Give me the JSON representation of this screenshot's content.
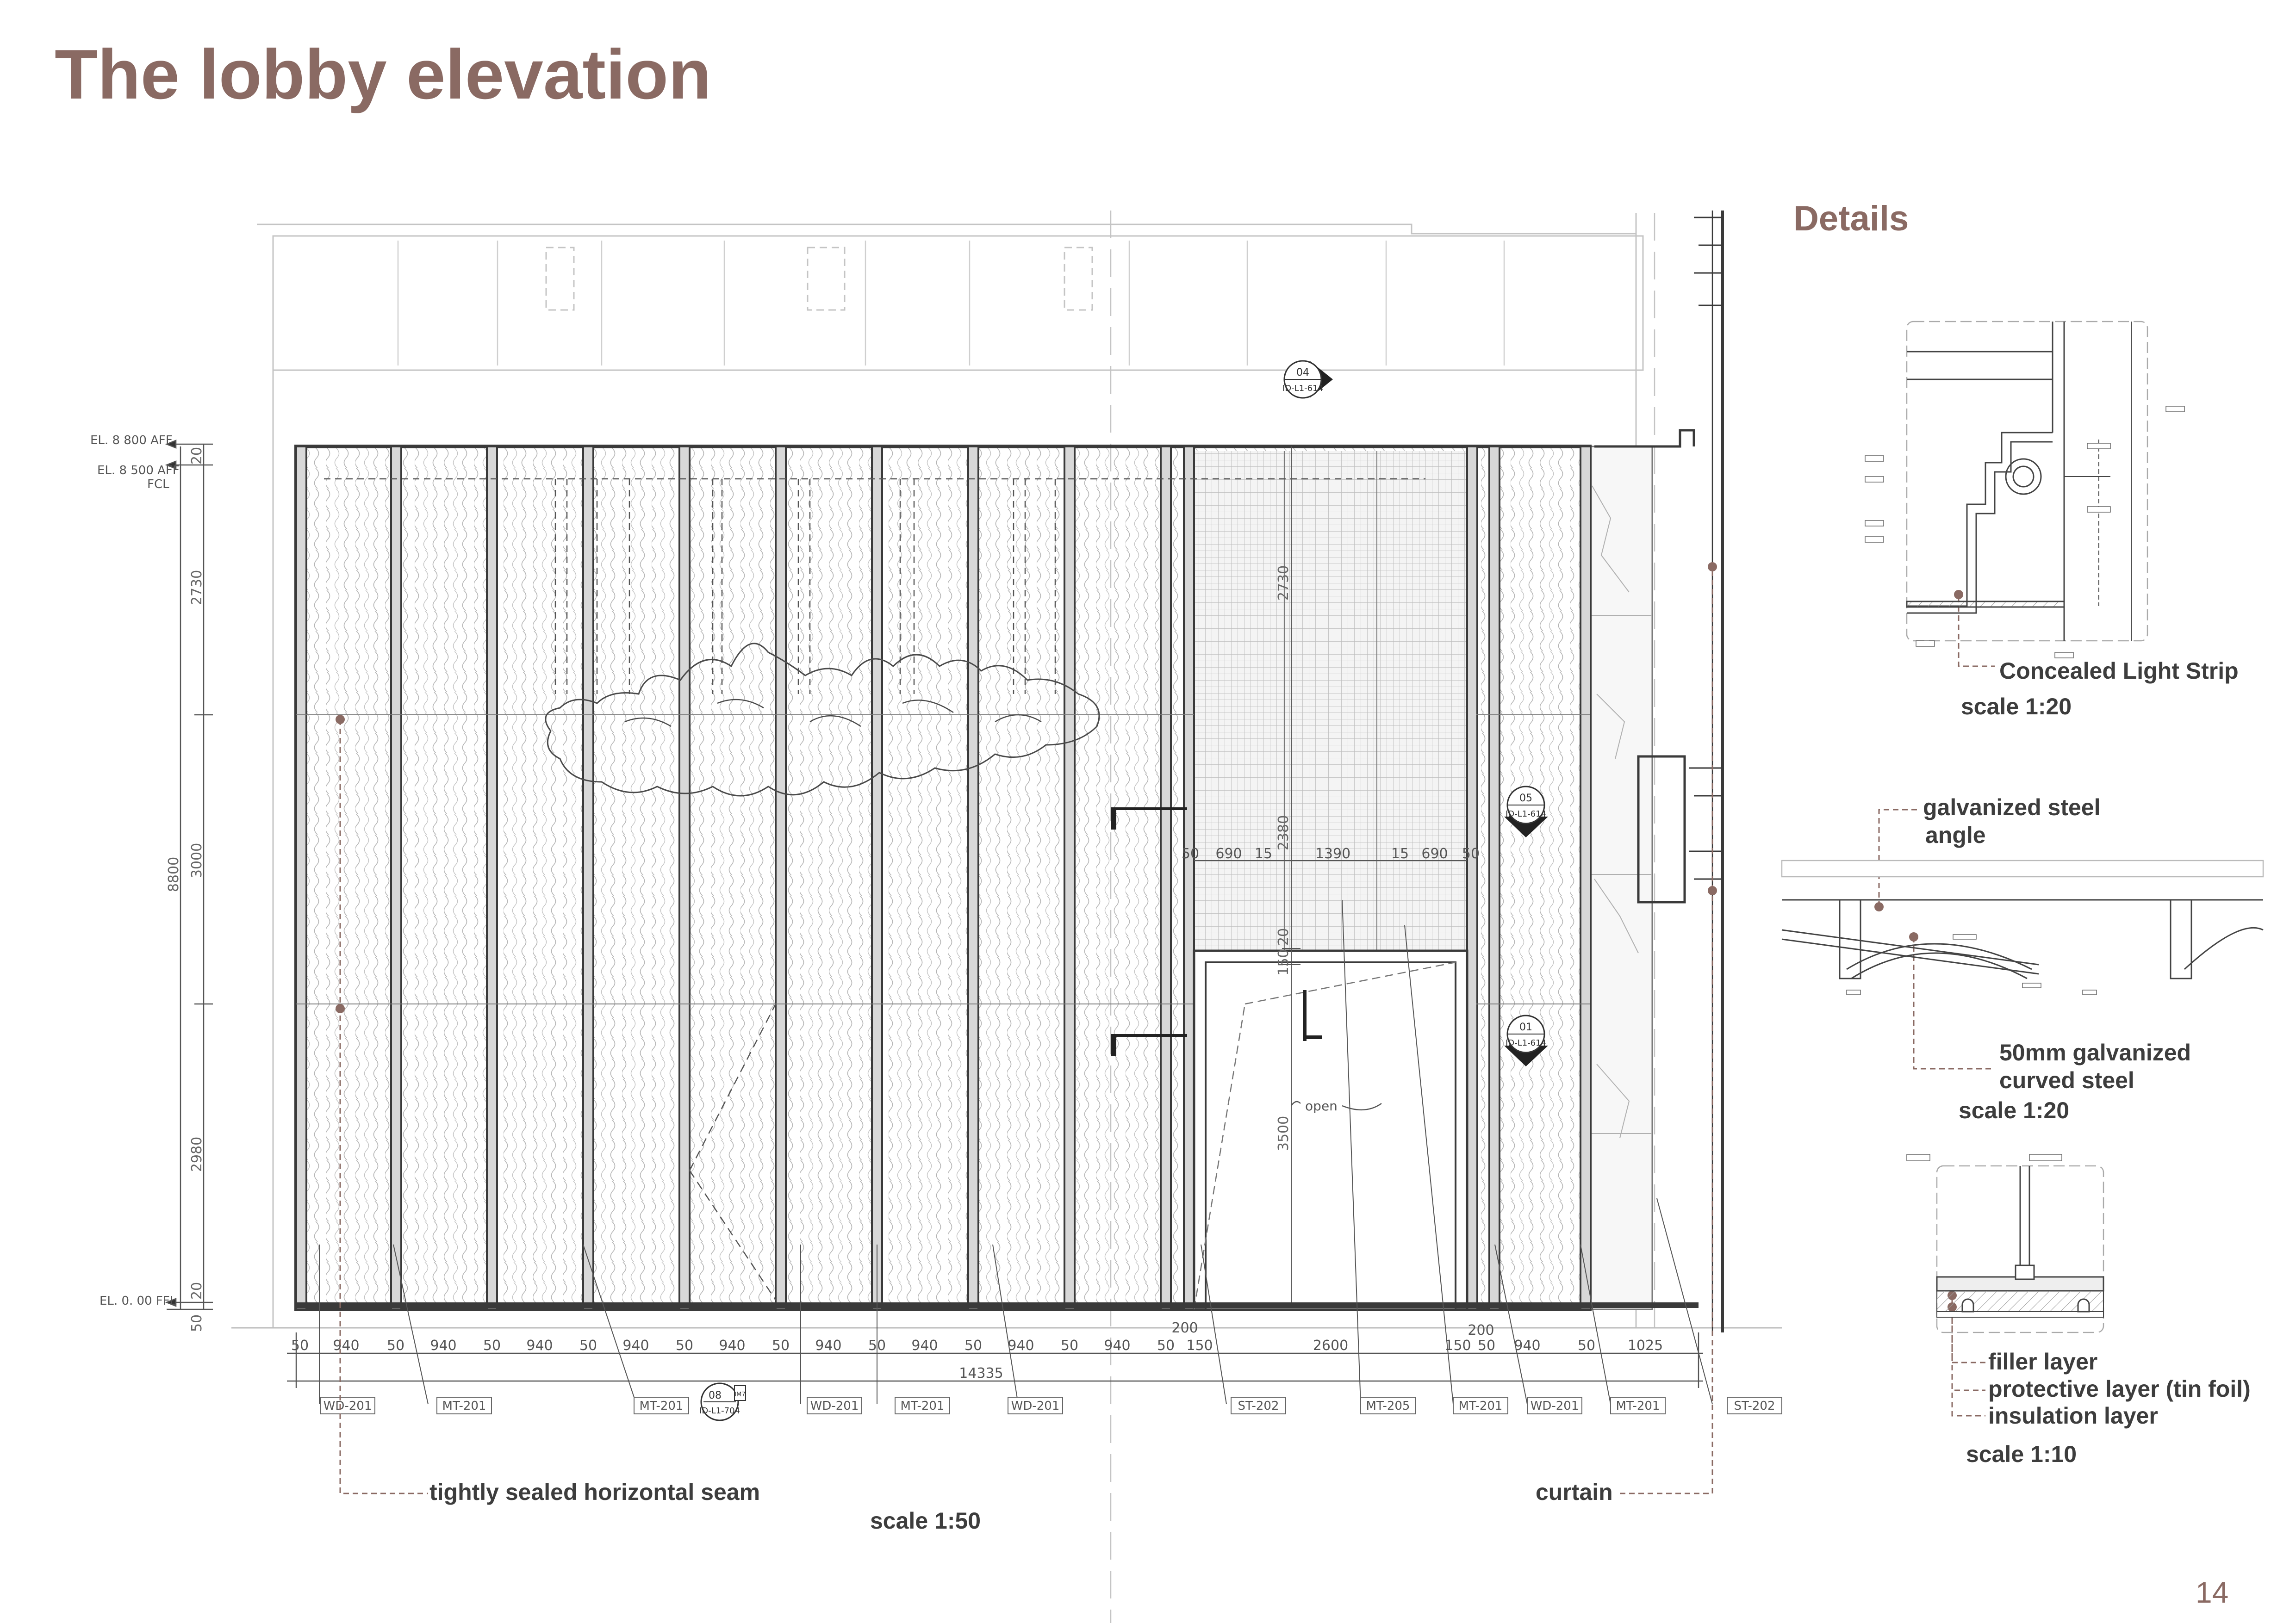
{
  "title": "The lobby elevation",
  "details_heading": "Details",
  "page_number": "14",
  "colors": {
    "accent": "#8a6a63",
    "line": "#3a3a3a",
    "ann_text": "#3d3d3d"
  },
  "elevation": {
    "levels": [
      "EL. 8 800 AFF",
      "EL. 8 500 AFF",
      "FCL",
      "EL. 0. 00 FFL"
    ],
    "vertical_dims": [
      "20",
      "2730",
      "3000",
      "2980",
      "20",
      "50",
      "8800"
    ],
    "inner_dims": [
      "2730",
      "2380",
      "150",
      "20",
      "3500"
    ],
    "door_dims": [
      "50",
      "690",
      "15",
      "1390",
      "15",
      "690",
      "50"
    ],
    "bottom_dims": [
      "50",
      "940",
      "50",
      "940",
      "50",
      "940",
      "50",
      "940",
      "50",
      "940",
      "50",
      "940",
      "50",
      "940",
      "50",
      "940",
      "50",
      "940",
      "50",
      "150",
      "2600",
      "150",
      "50",
      "940",
      "50",
      "1025"
    ],
    "top_small_dims": [
      "200",
      "200"
    ],
    "total_width": "14335",
    "door_text": "open",
    "section_markers": [
      {
        "num": "04",
        "ref": "ID-L1-614"
      },
      {
        "num": "05",
        "ref": "ID-L1-614"
      },
      {
        "num": "01",
        "ref": "ID-L1-614"
      }
    ],
    "bottom_marker": {
      "num": "08",
      "ref": "ID-L1-704",
      "side": "IM7"
    },
    "material_tags": [
      "WD-201",
      "MT-201",
      "MT-201",
      "WD-201",
      "MT-201",
      "WD-201",
      "ST-202",
      "MT-205",
      "MT-201",
      "WD-201",
      "MT-201",
      "ST-202"
    ],
    "annotations": {
      "seam": "tightly sealed horizontal seam",
      "curtain": "curtain",
      "scale": "scale 1:50"
    }
  },
  "details": [
    {
      "labels": [
        "Concealed Light Strip"
      ],
      "scale": "scale 1:20"
    },
    {
      "labels": [
        "galvanized steel",
        "angle",
        "50mm galvanized",
        "curved steel"
      ],
      "scale": "scale 1:20"
    },
    {
      "labels": [
        "filler layer",
        "protective layer (tin foil)",
        "insulation layer"
      ],
      "scale": "scale 1:10"
    }
  ]
}
